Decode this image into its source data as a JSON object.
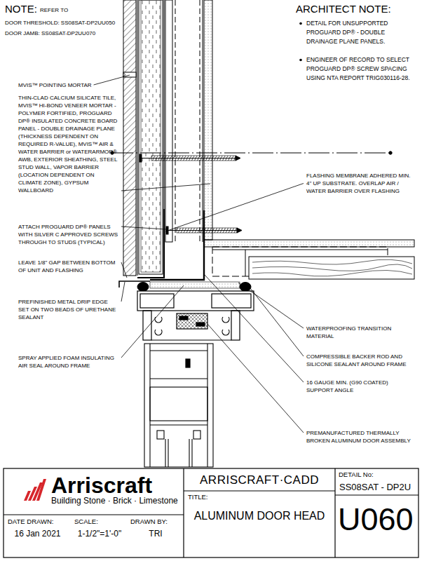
{
  "diagram": {
    "nodes": [
      {
        "text": [
          "Arriscraft",
          "Building Stone · Brick · Limestone"
        ]
      },
      {
        "text": [
          "ARRISCRAFT·CADD"
        ]
      },
      {
        "text": [
          "TITLE:",
          "ALUMINUM DOOR HEAD"
        ]
      },
      {
        "text": [
          "DETAIL No:",
          "SS08SAT - DP2U",
          "U060"
        ]
      },
      {
        "text": [
          "DATE DRAWN:",
          "16 Jan 2021"
        ]
      },
      {
        "text": [
          "SCALE:",
          "1-1/2\"=1'-0\""
        ]
      },
      {
        "text": [
          "DRAWN BY:",
          "TRI"
        ]
      }
    ],
    "labels": [
      "NOTE:",
      "REFER TO",
      "DOOR THRESHOLD: SS08SAT-DP2UU050",
      "DOOR JAMB: SS08SAT-DP2UU070",
      "ARCHITECT NOTE:",
      "DETAIL FOR UNSUPPORTED PROGUARD DP® - DOUBLE DRAINAGE PLANE PANELS.",
      "ENGINEER OF RECORD TO SELECT PROGUARD DP® SCREW SPACING USING NTA REPORT TRIG030116-28.",
      "MVIS™ POINTING MORTAR",
      "THIN-CLAD CALCIUM SILICATE TILE, MVIS™ HI-BOND VENEER MORTAR - POLYMER FORTIFIED, PROGUARD DP® INSULATED CONCRETE BOARD PANEL - DOUBLE DRAINAGE PLANE (THICKNESS DEPENDENT ON REQUIRED R-VALUE), MVIS™ AIR & WATER BARRIER or WATERARMOR® AWB, EXTERIOR SHEATHING, STEEL STUD WALL, VAPOR BARRIER (LOCATION DEPENDENT ON CLIMATE ZONE), GYPSUM WALLBOARD",
      "ATTACH PROGUARD DP® PANELS WITH SILVER C APPROVED SCREWS THROUGH TO STUDS (TYPICAL)",
      "LEAVE 1/8\" GAP BETWEEN BOTTOM OF UNIT AND FLASHING",
      "PREFINISHED METAL DRIP EDGE SET ON TWO BEADS OF URETHANE SEALANT",
      "SPRAY APPLIED FOAM INSULATING AIR SEAL AROUND FRAME",
      "FLASHING MEMBRANE ADHERED MIN. 4\" UP SUBSTRATE. OVERLAP AIR / WATER BARRIER OVER FLASHING",
      "WATERPROOFING TRANSITION MATERIAL",
      "COMPRESSIBLE BACKER ROD AND SILICONE SEALANT AROUND FRAME",
      "16 GAUGE MIN. (G90 COATED) SUPPORT ANGLE",
      "PREMANUFACTURED THERMALLY BROKEN ALUMINUM DOOR ASSEMBLY"
    ]
  }
}
